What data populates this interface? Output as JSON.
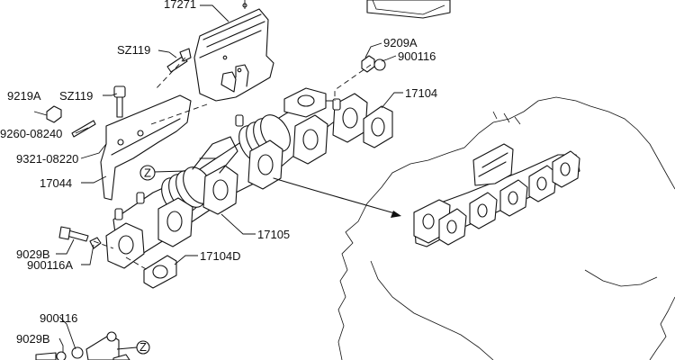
{
  "labels": {
    "l17271": "17271",
    "sz119_top": "SZ119",
    "sz119_mid": "SZ119",
    "l9219a": "9219A",
    "l9260": "9260-08240",
    "l9321": "9321-08220",
    "l17044": "17044",
    "l9209a": "9209A",
    "l900116_top": "900116",
    "l17104": "17104",
    "l17105": "17105",
    "l17104d": "17104D",
    "l9029b": "9029B",
    "l900116a": "900116A",
    "l900116_bot": "900116",
    "l9029b_bot": "9029B"
  },
  "callouts": {
    "z_mid": "Z",
    "z_bot": "Z"
  }
}
